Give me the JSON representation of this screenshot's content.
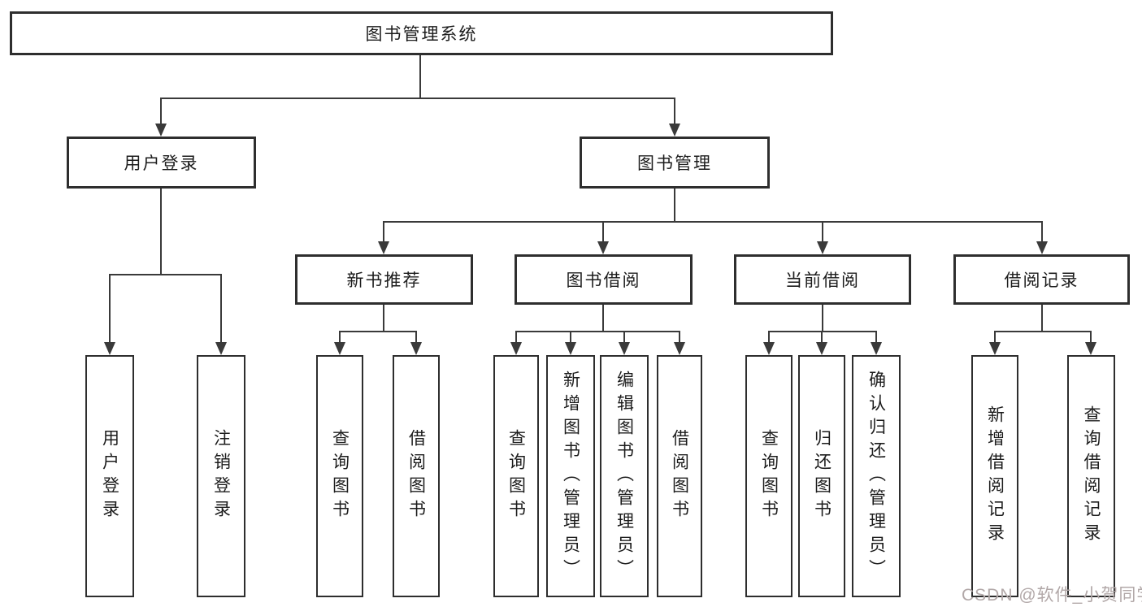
{
  "page": {
    "background": "#ffffff",
    "watermark": {
      "text": "CSDN @软件_小贺同学",
      "color": "#b2a8a8"
    }
  },
  "colors": {
    "line": "#3a3a3a",
    "box_border": "#2e2e2e",
    "box_fill": "#ffffff",
    "text": "#1c1c1c"
  },
  "tree": {
    "root": {
      "label": "图书管理系统"
    },
    "branches": [
      {
        "label": "用户登录",
        "children": [
          {
            "label": "用户登录"
          },
          {
            "label": "注销登录"
          }
        ]
      },
      {
        "label": "图书管理",
        "children": [
          {
            "label": "新书推荐",
            "children": [
              {
                "label": "查询图书"
              },
              {
                "label": "借阅图书"
              }
            ]
          },
          {
            "label": "图书借阅",
            "children": [
              {
                "label": "查询图书"
              },
              {
                "label": "新增图书（管理员）"
              },
              {
                "label": "编辑图书（管理员）"
              },
              {
                "label": "借阅图书"
              }
            ]
          },
          {
            "label": "当前借阅",
            "children": [
              {
                "label": "查询图书"
              },
              {
                "label": "归还图书"
              },
              {
                "label": "确认归还（管理员）"
              }
            ]
          },
          {
            "label": "借阅记录",
            "children": [
              {
                "label": "新增借阅记录"
              },
              {
                "label": "查询借阅记录"
              }
            ]
          }
        ]
      }
    ]
  }
}
